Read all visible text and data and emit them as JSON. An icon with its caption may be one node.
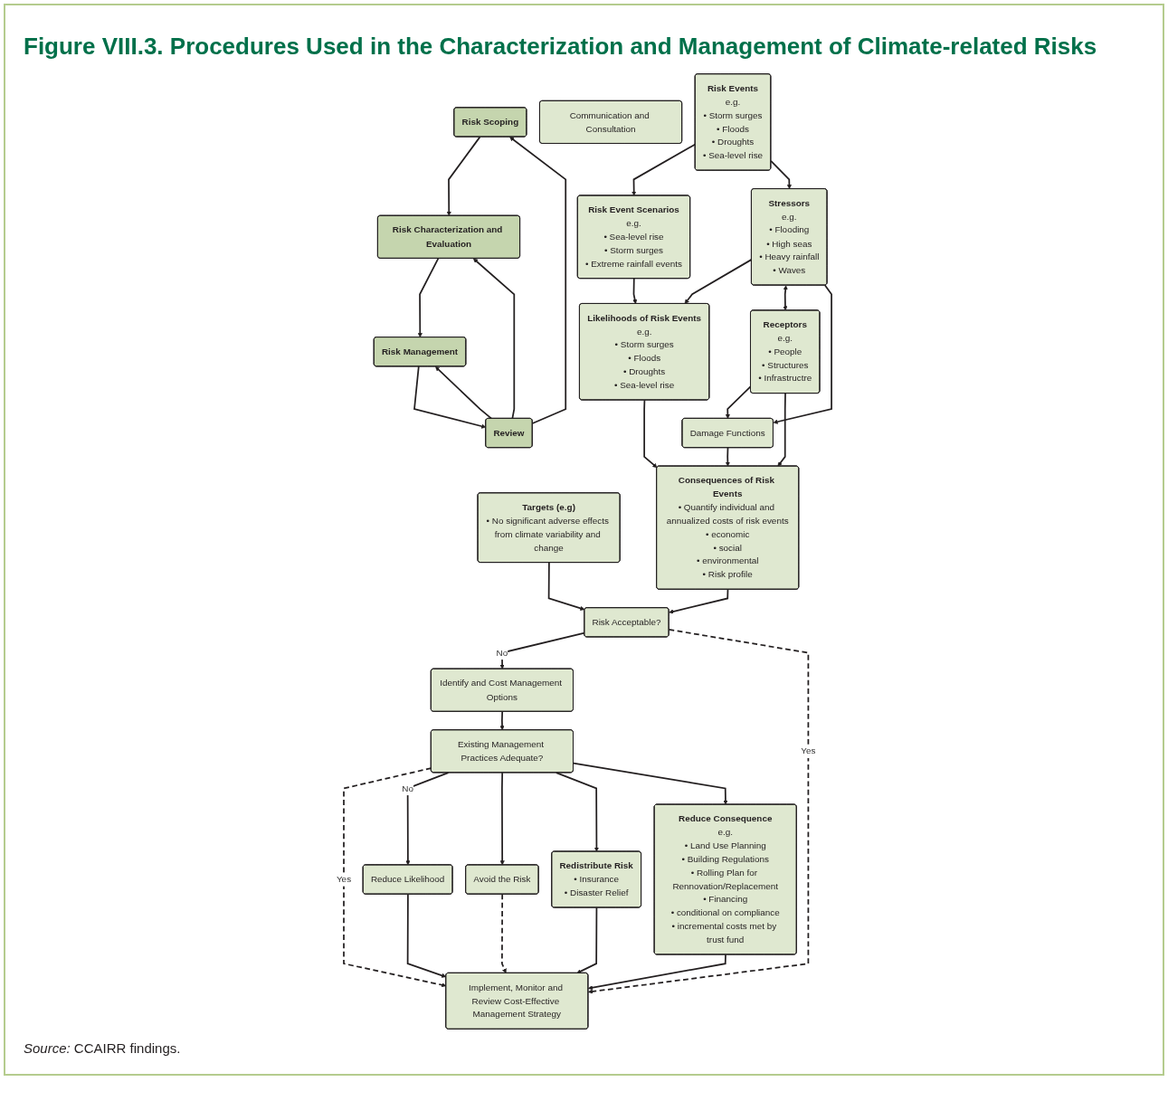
{
  "diagram": {
    "title": "Figure VIII.3. Procedures Used in the Characterization and Management of Climate-related Risks",
    "caption": "*Source:* CCAIRR findings.",
    "nodes": [
      {
        "text": [
          "Risk Scoping"
        ]
      },
      {
        "text": [
          "Risk Characterization and Evaluation"
        ]
      },
      {
        "text": [
          "Risk Management"
        ]
      },
      {
        "text": [
          "Review"
        ]
      },
      {
        "text": [
          "Communication and Consultation"
        ]
      },
      {
        "text": [
          "Targets (e.g)",
          "• No significant adverse effects from climate variability and change"
        ]
      },
      {
        "text": [
          "Risk Events",
          "e.g.",
          "• Storm surges",
          "• Floods",
          "• Droughts",
          "• Sea-level rise"
        ]
      },
      {
        "text": [
          "Risk Event Scenarios",
          "e.g.",
          "• Sea-level rise",
          "• Storm surges",
          "• Extreme rainfall events"
        ]
      },
      {
        "text": [
          "Stressors",
          "e.g.",
          "• Flooding",
          "• High seas",
          "• Heavy rainfall",
          "• Waves"
        ]
      },
      {
        "text": [
          "Likelihoods of Risk Events",
          "e.g.",
          "• Storm surges",
          "• Floods",
          "• Droughts",
          "• Sea-level rise"
        ]
      },
      {
        "text": [
          "Damage Functions"
        ]
      },
      {
        "text": [
          "Receptors",
          "e.g.",
          "• People",
          "• Structures",
          "• Infrastructre"
        ]
      },
      {
        "text": [
          "Consequences of Risk Events",
          "• Quantify individual and annualized costs of risk events",
          "• economic",
          "• social",
          "• environmental",
          "• Risk profile"
        ]
      },
      {
        "text": [
          "Risk Acceptable?"
        ]
      },
      {
        "text": [
          "Identify and Cost Management Options"
        ]
      },
      {
        "text": [
          "Existing Management Practices Adequate?"
        ]
      },
      {
        "text": [
          "Reduce Likelihood"
        ]
      },
      {
        "text": [
          "Avoid the Risk"
        ]
      },
      {
        "text": [
          "Redistribute Risk",
          "• Insurance",
          "• Disaster Relief"
        ]
      },
      {
        "text": [
          "Reduce Consequence",
          "e.g.",
          "• Land Use Planning",
          "• Building Regulations",
          "• Rolling Plan for Rennovation/Replacement",
          "• Financing",
          "• conditional on compliance",
          "• incremental costs met by trust fund"
        ]
      },
      {
        "text": [
          "Implement, Monitor and Review Cost-Effective Management Strategy"
        ]
      }
    ],
    "edges": [
      {
        "from": 0,
        "to": 1,
        "arrow": "to"
      },
      {
        "from": 1,
        "to": 2,
        "arrow": "to"
      },
      {
        "from": 2,
        "to": 3,
        "arrow": "to"
      },
      {
        "from": 3,
        "to": 0,
        "arrow": "to"
      },
      {
        "from": 3,
        "to": 1,
        "arrow": "to"
      },
      {
        "from": 3,
        "to": 2,
        "arrow": "to"
      },
      {
        "from": 5,
        "to": 13,
        "arrow": "to"
      },
      {
        "from": 6,
        "to": 7,
        "arrow": "to"
      },
      {
        "from": 6,
        "to": 8,
        "arrow": "to"
      },
      {
        "from": 7,
        "to": 9,
        "arrow": "to"
      },
      {
        "from": 8,
        "to": 9,
        "arrow": "to"
      },
      {
        "from": 8,
        "to": 11,
        "arrow": "both"
      },
      {
        "from": 8,
        "to": 10,
        "arrow": "to"
      },
      {
        "from": 11,
        "to": 10,
        "arrow": "to"
      },
      {
        "from": 9,
        "to": 12,
        "arrow": "to"
      },
      {
        "from": 10,
        "to": 12,
        "arrow": "to"
      },
      {
        "from": 11,
        "to": 12,
        "arrow": "to"
      },
      {
        "from": 12,
        "to": 13,
        "arrow": "to"
      },
      {
        "from": 13,
        "to": 14,
        "label": "No",
        "arrow": "to"
      },
      {
        "from": 13,
        "to": 20,
        "label": "Yes",
        "arrow": "to",
        "style": "dashed"
      },
      {
        "from": 14,
        "to": 15,
        "arrow": "to"
      },
      {
        "from": 15,
        "to": 20,
        "label": "Yes",
        "arrow": "to",
        "style": "dashed"
      },
      {
        "from": 15,
        "to": 16,
        "label": "No",
        "arrow": "to"
      },
      {
        "from": 15,
        "to": 17,
        "arrow": "to"
      },
      {
        "from": 15,
        "to": 18,
        "arrow": "to"
      },
      {
        "from": 15,
        "to": 19,
        "arrow": "to"
      },
      {
        "from": 16,
        "to": 20,
        "arrow": "to"
      },
      {
        "from": 17,
        "to": 20,
        "arrow": "to",
        "style": "dashed"
      },
      {
        "from": 18,
        "to": 20,
        "arrow": "to"
      },
      {
        "from": 19,
        "to": 20,
        "arrow": "to"
      }
    ]
  }
}
